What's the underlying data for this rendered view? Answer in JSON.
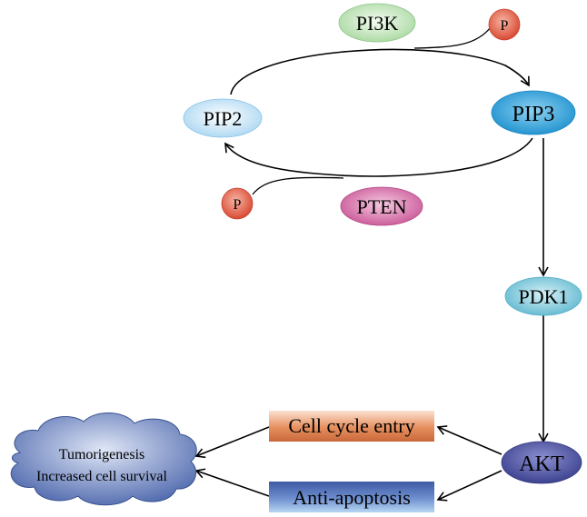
{
  "nodes": {
    "pi3k": "PI3K",
    "pip2": "PIP2",
    "pip3": "PIP3",
    "pten": "PTEN",
    "pdk1": "PDK1",
    "akt": "AKT",
    "phosphate_top": "P",
    "phosphate_bottom": "P"
  },
  "outcomes": {
    "cell_cycle": "Cell cycle entry",
    "anti_apoptosis": "Anti-apoptosis",
    "tumor_line1": "Tumorigenesis",
    "tumor_line2": "Increased cell survival"
  },
  "colors": {
    "pi3k": "#a9d8a0",
    "pip_light": "#cfe8f8",
    "pip3": "#2a9fd6",
    "pten": "#d46aa4",
    "pdk1": "#7cc6d8",
    "akt": "#4a4f9e",
    "phosphate": "#e8604a",
    "cell_cycle": "#e0875a",
    "anti_apoptosis": "#4a6cb0",
    "cloud": "#5a74b8"
  }
}
